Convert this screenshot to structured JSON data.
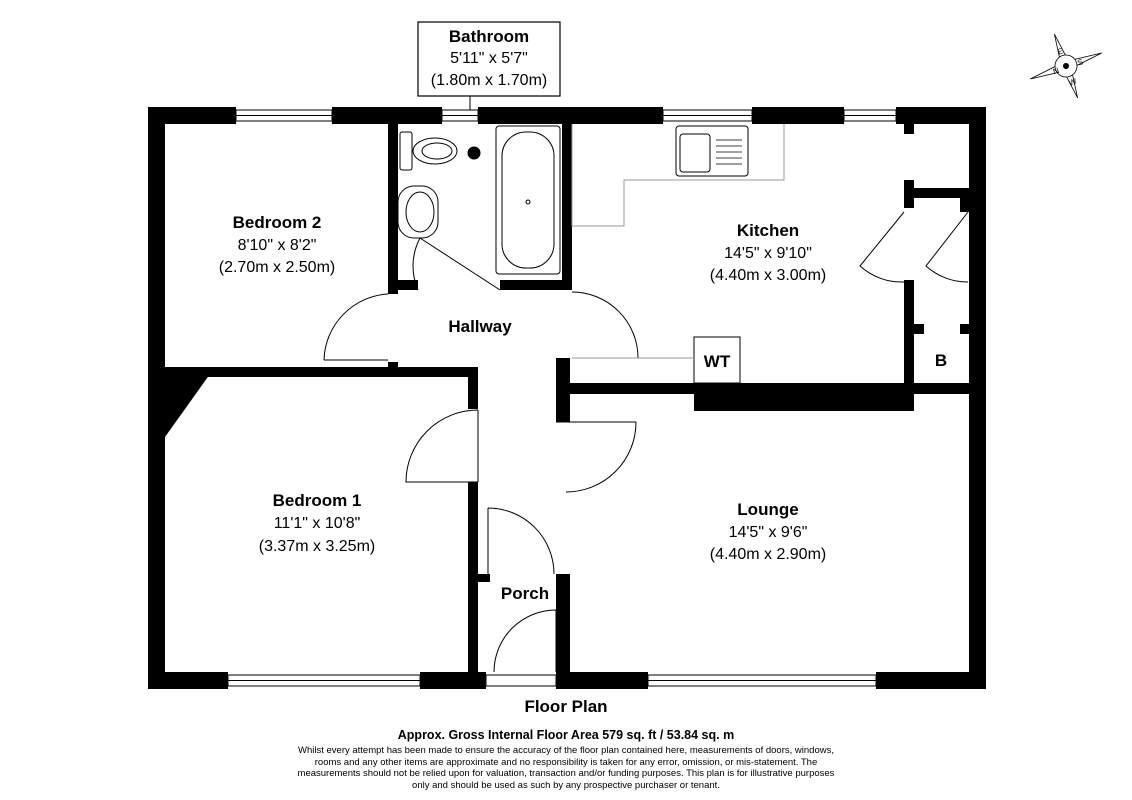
{
  "rooms": {
    "bathroom": {
      "name": "Bathroom",
      "imperial": "5'11\" x 5'7\"",
      "metric": "(1.80m x 1.70m)"
    },
    "bedroom2": {
      "name": "Bedroom 2",
      "imperial": "8'10\" x 8'2\"",
      "metric": "(2.70m x 2.50m)"
    },
    "kitchen": {
      "name": "Kitchen",
      "imperial": "14'5\" x 9'10\"",
      "metric": "(4.40m x 3.00m)"
    },
    "hallway": {
      "name": "Hallway"
    },
    "wt": {
      "name": "WT"
    },
    "cupboard": {
      "name": "B"
    },
    "bedroom1": {
      "name": "Bedroom 1",
      "imperial": "11'1\" x 10'8\"",
      "metric": "(3.37m x 3.25m)"
    },
    "lounge": {
      "name": "Lounge",
      "imperial": "14'5\" x 9'6\"",
      "metric": "(4.40m x 2.90m)"
    },
    "porch": {
      "name": "Porch"
    }
  },
  "compass": {
    "letters": [
      "N",
      "E",
      "S",
      "W"
    ]
  },
  "footer": {
    "title": "Floor Plan",
    "area": "Approx. Gross Internal Floor Area 579 sq. ft / 53.84 sq. m",
    "disclaimer": [
      "Whilst every attempt has been made to ensure the accuracy of the floor plan contained here, measurements of doors, windows,",
      "rooms and any other items are approximate and no responsibility is taken for any error, omission, or mis-statement. The",
      "measurements should not be relied upon for valuation, transaction and/or funding purposes. This plan is for illustrative purposes",
      "only and should be used as such by any prospective purchaser or tenant."
    ]
  },
  "colors": {
    "wall": "#000000",
    "background": "#ffffff",
    "fixture": "#666666"
  }
}
